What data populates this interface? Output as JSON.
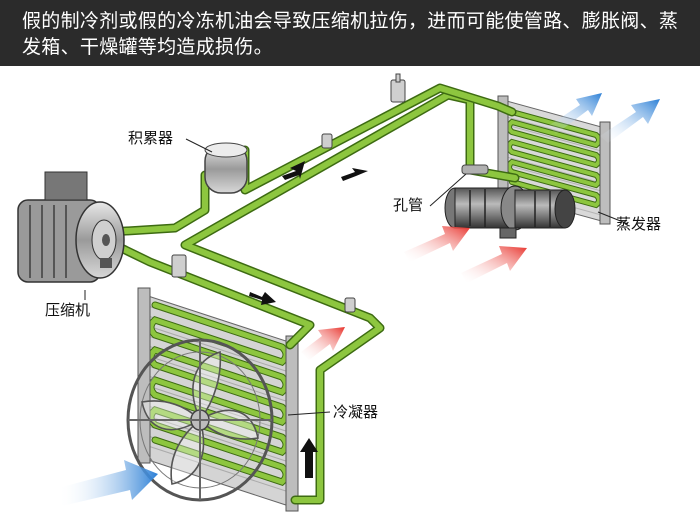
{
  "banner": {
    "text": "假的制冷剂或假的冷冻机油会导致压缩机拉伤，进而可能使管路、膨胀阀、蒸发箱、干燥罐等均造成损伤。"
  },
  "labels": {
    "accumulator": "积累器",
    "orifice_tube": "孔管",
    "evaporator": "蒸发器",
    "compressor": "压缩机",
    "condenser": "冷凝器"
  },
  "colors": {
    "banner_bg": "#2b2b2b",
    "pipe": "#8dc63f",
    "pipe_edge": "#3d6b12",
    "hot_air": "#e8322b",
    "cool_air": "#2b7fd6"
  }
}
